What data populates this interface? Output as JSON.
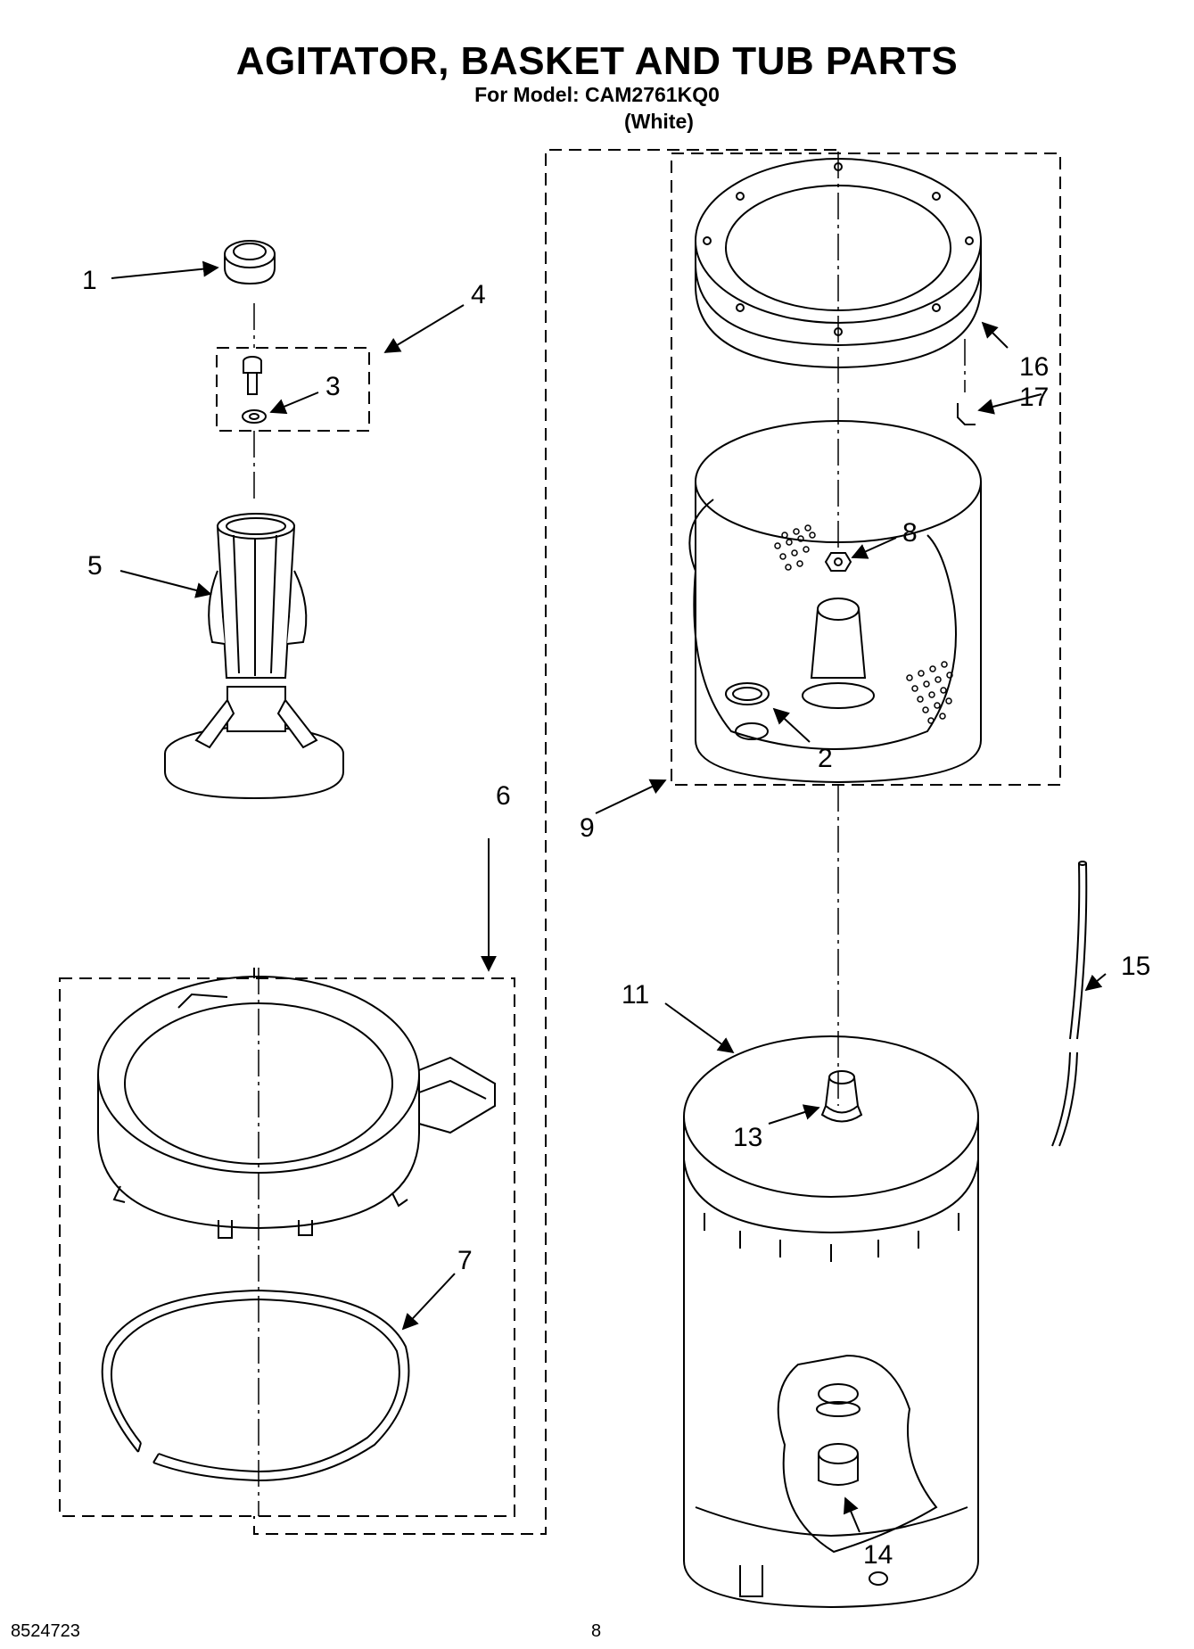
{
  "header": {
    "title": "AGITATOR, BASKET AND TUB PARTS",
    "model": "For Model: CAM2761KQ0",
    "color": "(White)"
  },
  "callouts": [
    "1",
    "2",
    "3",
    "4",
    "5",
    "6",
    "7",
    "8",
    "9",
    "11",
    "13",
    "14",
    "15",
    "16",
    "17"
  ],
  "footer": {
    "doc_number": "8524723",
    "page_number": "8"
  }
}
